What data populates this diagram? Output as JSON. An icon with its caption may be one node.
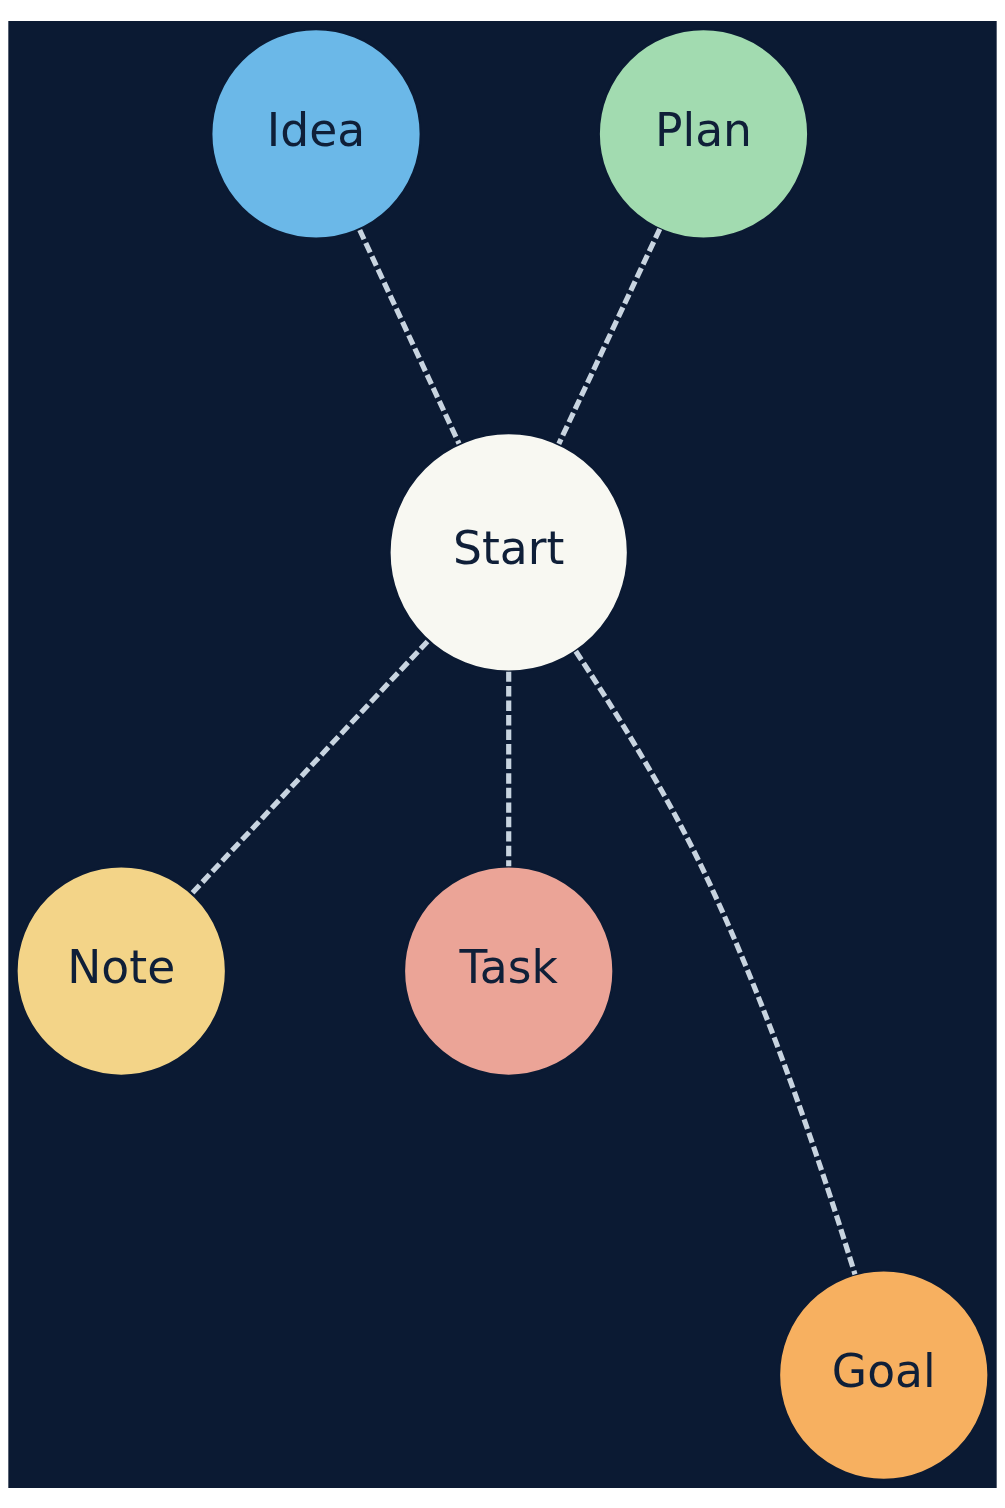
{
  "diagram": {
    "nodes": [
      {
        "text": [
          "Idea"
        ]
      },
      {
        "text": [
          "Plan"
        ]
      },
      {
        "text": [
          "Start"
        ]
      },
      {
        "text": [
          "Note"
        ]
      },
      {
        "text": [
          "Task"
        ]
      },
      {
        "text": [
          "Goal"
        ]
      }
    ],
    "edges": [
      {
        "from": 0,
        "to": 2,
        "arrow": "none",
        "style": "dashed"
      },
      {
        "from": 1,
        "to": 2,
        "arrow": "none",
        "style": "dashed"
      },
      {
        "from": 2,
        "to": 3,
        "arrow": "none",
        "style": "dashed"
      },
      {
        "from": 2,
        "to": 5,
        "arrow": "none",
        "style": "dashed"
      },
      {
        "from": 2,
        "to": 4,
        "arrow": "none",
        "style": "dashed"
      }
    ]
  }
}
